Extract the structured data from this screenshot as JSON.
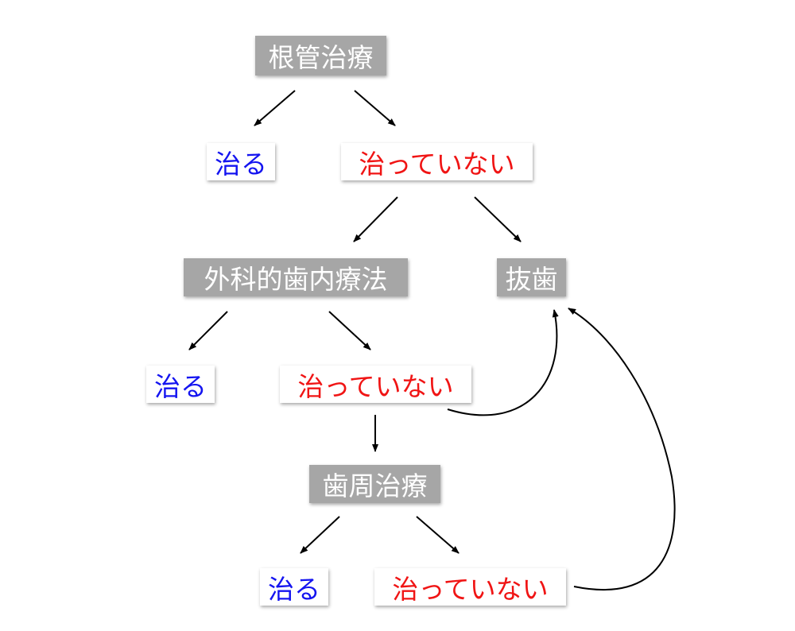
{
  "nodes": {
    "root_canal": "根管治療",
    "healed_1": "治る",
    "not_healed_1": "治っていない",
    "apicoectomy": "外科的歯内療法",
    "extraction": "抜歯",
    "healed_2": "治る",
    "not_healed_2": "治っていない",
    "periodontal": "歯周治療",
    "healed_3": "治る",
    "not_healed_3": "治っていない"
  },
  "colors": {
    "healed": "#1414f0",
    "not_healed": "#f01414",
    "treatment_bg": "#a6a6a6"
  }
}
